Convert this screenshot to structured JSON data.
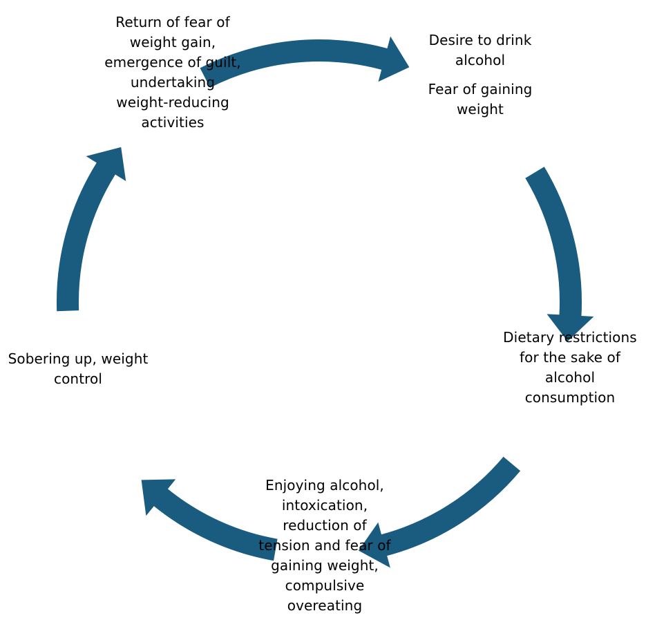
{
  "diagram": {
    "arrow_color": "#1a5c80",
    "text_color": "#000000",
    "nodes": [
      {
        "id": "desire",
        "lines": [
          "Desire to drink",
          "alcohol"
        ],
        "lines2": [
          "Fear of gaining",
          "weight"
        ]
      },
      {
        "id": "restrictions",
        "lines": [
          "Dietary restrictions",
          "for the sake of",
          "alcohol",
          "consumption"
        ]
      },
      {
        "id": "enjoying",
        "lines": [
          "Enjoying alcohol,",
          "intoxication,",
          "reduction of",
          "tension and fear of",
          "gaining weight,",
          "compulsive",
          "overeating"
        ]
      },
      {
        "id": "sobering",
        "lines": [
          "Sobering up, weight",
          "control"
        ]
      },
      {
        "id": "return",
        "lines": [
          "Return of fear of",
          "weight gain,",
          "emergence of guilt,",
          "undertaking",
          "weight-reducing",
          "activities"
        ]
      }
    ]
  }
}
